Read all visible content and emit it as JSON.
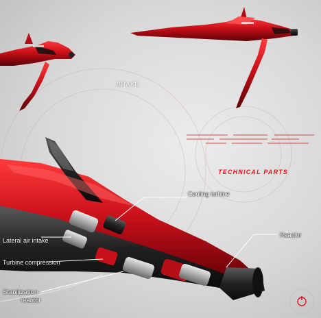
{
  "labels": {
    "brake": "BRAKE",
    "technical_parts": "TECHNICAL PARTS",
    "cooling_turbine": "Cooling turbine",
    "lateral_air_intake": "Lateral air intake",
    "reactor": "Reactor",
    "turbine_compression": "Turbine compression",
    "stabilization_line1": "Stabilization",
    "stabilization_line2": "reactor"
  },
  "colors": {
    "accent_red": "#e0121b",
    "body_red": "#c8101a",
    "dark_metal": "#222222",
    "background": "#d8d8d8"
  }
}
